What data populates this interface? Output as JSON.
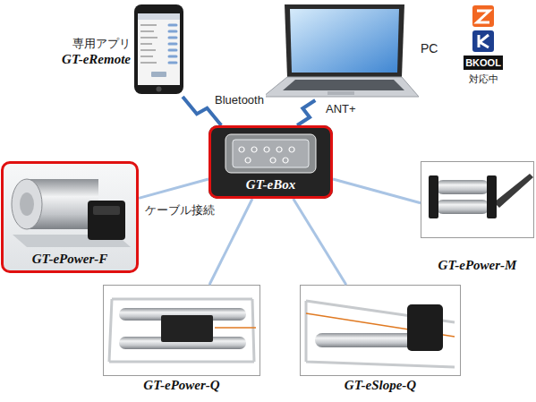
{
  "diagram": {
    "nodes": [
      {
        "text": [
          "専用アプリ",
          "GT-eRemote"
        ]
      },
      {
        "text": [
          "PC"
        ]
      },
      {
        "text": [
          "GT-eBox"
        ]
      },
      {
        "text": [
          "GT-ePower-F"
        ]
      },
      {
        "text": [
          "GT-ePower-M"
        ]
      },
      {
        "text": [
          "GT-ePower-Q"
        ]
      },
      {
        "text": [
          "GT-eSlope-Q"
        ]
      }
    ],
    "edges": [
      {
        "from": 0,
        "to": 2,
        "arrow": "none",
        "label": "Bluetooth"
      },
      {
        "from": 1,
        "to": 2,
        "arrow": "none",
        "label": "ANT+"
      },
      {
        "from": 2,
        "to": 3,
        "arrow": "none",
        "label": "ケーブル接続"
      },
      {
        "from": 2,
        "to": 4,
        "arrow": "none"
      },
      {
        "from": 2,
        "to": 5,
        "arrow": "none"
      },
      {
        "from": 2,
        "to": 6,
        "arrow": "none"
      }
    ],
    "labels": [
      "BKOOL",
      "対応中"
    ]
  }
}
